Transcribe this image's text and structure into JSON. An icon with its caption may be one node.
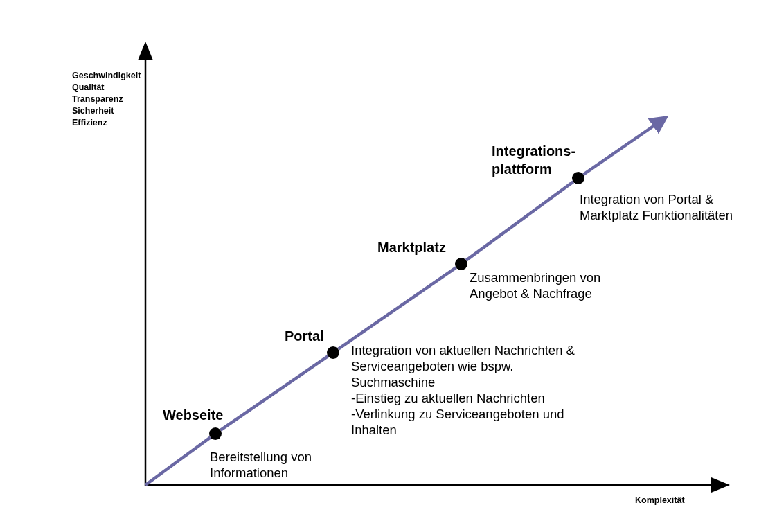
{
  "diagram": {
    "nodes": [
      {
        "text": [
          "Webseite"
        ],
        "beside": [
          "Bereitstellung von Informationen"
        ]
      },
      {
        "text": [
          "Portal"
        ],
        "beside": [
          "Integration von aktuellen Nachrichten & Serviceangeboten wie bspw. Suchmaschine",
          "-Einstieg zu aktuellen Nachrichten",
          "-Verlinkung zu Serviceangeboten und Inhalten"
        ]
      },
      {
        "text": [
          "Marktplatz"
        ],
        "beside": [
          "Zusammenbringen von Angebot & Nachfrage"
        ]
      },
      {
        "text": [
          "Integrations-plattform"
        ],
        "beside": [
          "Integration von Portal & Marktplatz Funktionalitäten"
        ]
      }
    ],
    "edges": [
      {
        "from": null,
        "to": 0,
        "arrow": "none"
      },
      {
        "from": 0,
        "to": 1,
        "arrow": "none"
      },
      {
        "from": 1,
        "to": 2,
        "arrow": "none"
      },
      {
        "from": 2,
        "to": 3,
        "arrow": "none"
      },
      {
        "from": 3,
        "to": null,
        "arrow": "to"
      }
    ],
    "labels": [
      "Geschwindigkeit",
      "Qualität",
      "Transparenz",
      "Sicherheit",
      "Effizienz",
      "Komplexität"
    ]
  }
}
